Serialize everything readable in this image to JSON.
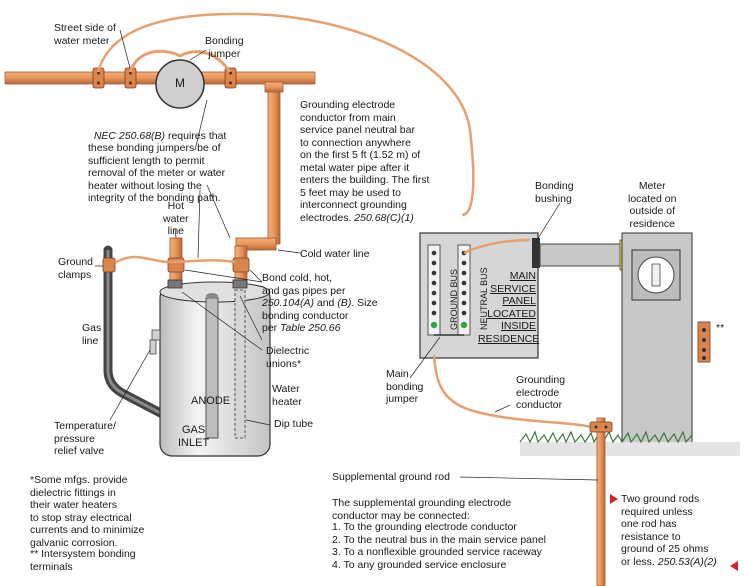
{
  "labels": {
    "street_side": "Street side of\nwater meter",
    "bonding_jumper_top": "Bonding\njumper",
    "meter_letter": "M",
    "nec_note": {
      "ref": "NEC 250.68(B)",
      "text1": " requires that",
      "text2": "these bonding jumpers be of\nsufficient length to permit\nremoval of the meter or water\nheater without losing the\nintegrity of the bonding path."
    },
    "gec_note": {
      "text": "Grounding electrode\nconductor from main\nservice panel neutral bar\nto connection anywhere\non the first 5 ft (1.52 m) of\nmetal water pipe after it\nenters the building. The first\n5 feet may be used to\ninterconnect grounding\nelectrodes. ",
      "ref": "250.68(C)(1)"
    },
    "hot_water_line": "Hot\nwater\nline",
    "ground_clamps": "Ground\nclamps",
    "cold_water_line": "Cold water line",
    "bond_note": {
      "text1": "Bond cold, hot,\nand gas pipes per",
      "ref1": "250.104(A)",
      "and": " and ",
      "ref2": "(B)",
      "text2": ". Size\nbonding conductor\nper ",
      "ref3": "Table 250.66"
    },
    "gas_line": "Gas\nline",
    "dielectric_unions": "Dielectric\nunions*",
    "anode": "ANODE",
    "gas_inlet": "GAS\nINLET",
    "water_heater": "Water\nheater",
    "dip_tube": "Dip tube",
    "temp_relief": "Temperature/\npressure\nrelief valve",
    "bonding_bushing": "Bonding\nbushing",
    "meter_location": "Meter\nlocated on\noutside of\nresidence",
    "ground_bus": "GROUND BUS",
    "neutral_bus": "NEUTRAL BUS",
    "main_panel": [
      "MAIN",
      "SERVICE",
      "PANEL",
      "LOCATED",
      "INSIDE",
      "RESIDENCE"
    ],
    "main_bonding_jumper": "Main\nbonding\njumper",
    "gec_label": "Grounding\nelectrode\nconductor",
    "intersystem_mark": "**",
    "footnote": "*Some mfgs. provide\ndielectric fittings in\ntheir water heaters\nto stop stray electrical\ncurrents and to minimize\ngalvanic corrosion.",
    "footnote2": "** Intersystem bonding\nterminals",
    "supplemental_rod": "Supplemental ground rod",
    "supplemental_intro": "The supplemental grounding electrode\nconductor may be connected:",
    "supplemental_list": [
      "1. To the grounding electrode conductor",
      "2. To the neutral bus in the main service panel",
      "3. To a nonflexible grounded service raceway",
      "4. To any grounded service enclosure"
    ],
    "two_rods": {
      "text": "Two ground rods\nrequired unless\none rod has\nresistance to\nground of 25 ohms\nor less. ",
      "ref": "250.53(A)(2)"
    }
  },
  "colors": {
    "copper": "#e8965a",
    "copper_dark": "#b8683a",
    "copper_wire": "#e7a070",
    "panel_fill": "#d6d6d6",
    "meter_fill": "#c8c8c8",
    "tank_fill": "#e4e4e4",
    "gas_pipe": "#555555",
    "green": "#2ca84a",
    "yellow": "#f2e23a",
    "red": "#d1242a",
    "grass": "#3c7a3c"
  }
}
